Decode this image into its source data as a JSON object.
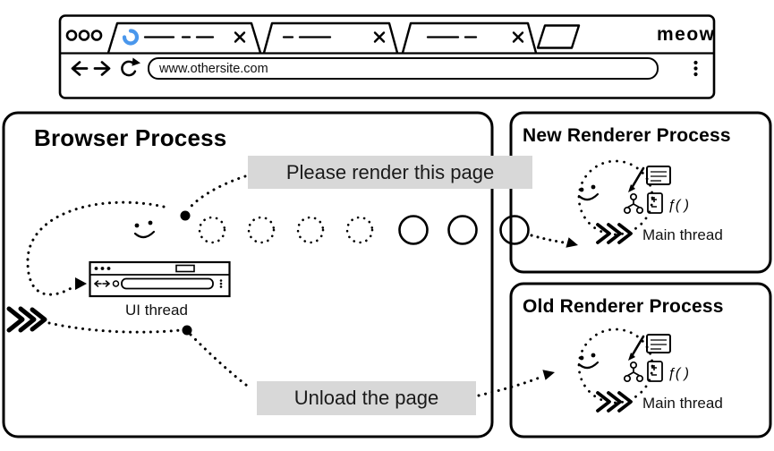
{
  "colors": {
    "spinner_blue": "#4a97ec",
    "label_bg": "#d8d8d8",
    "line": "#000000"
  },
  "browser_window": {
    "brand": "meow",
    "address_bar": {
      "url": "www.othersite.com"
    }
  },
  "browser_process": {
    "title": "Browser Process",
    "ui_thread": "UI thread",
    "message_to_new_renderer": "Please render this page",
    "message_to_old_renderer": "Unload the page"
  },
  "new_renderer_process": {
    "title": "New Renderer Process",
    "main_thread": "Main thread"
  },
  "old_renderer_process": {
    "title": "Old Renderer Process",
    "main_thread": "Main thread"
  },
  "icons": {
    "js_function": "ƒ( )"
  }
}
